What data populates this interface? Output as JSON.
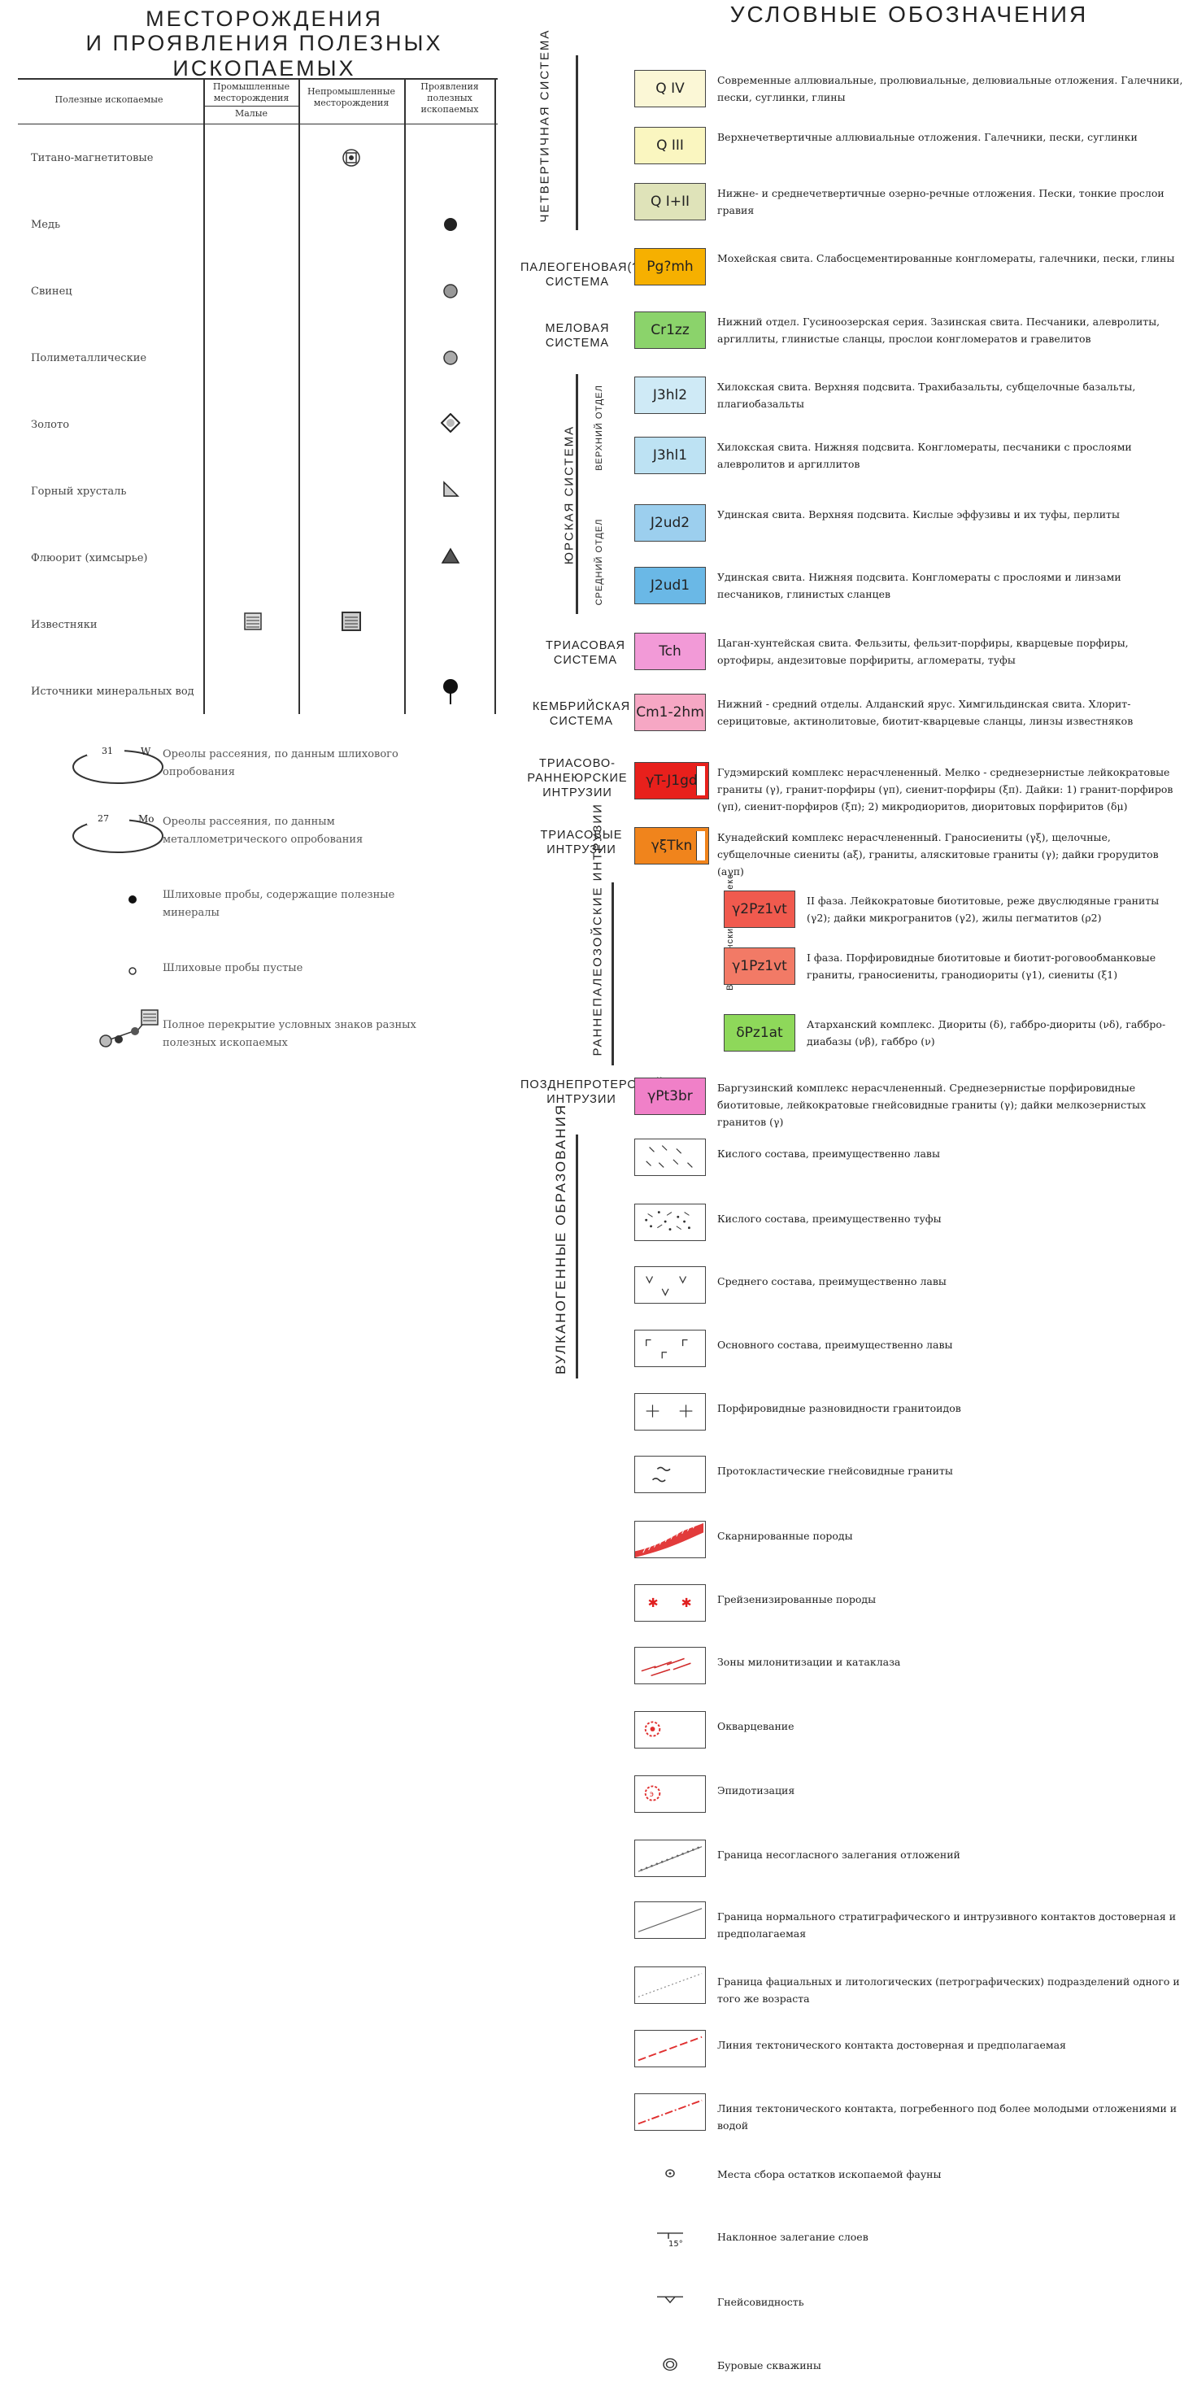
{
  "left_title": {
    "line1": "МЕСТОРОЖДЕНИЯ",
    "line2": "И ПРОЯВЛЕНИЯ ПОЛЕЗНЫХ ИСКОПАЕМЫХ"
  },
  "deposit_table": {
    "headers": {
      "mineral": "Полезные ископаемые",
      "industrial": "Промышленные месторождения",
      "small": "Малые",
      "nonindustrial": "Непромышленные месторождения",
      "occurrences": "Проявления полезных ископаемых"
    },
    "rows": [
      {
        "name": "Титано-магнетитовые",
        "symbol": "square-concentric-icon"
      },
      {
        "name": "Медь",
        "symbol": "filled-circle-icon"
      },
      {
        "name": "Свинец",
        "symbol": "gray-circle-icon"
      },
      {
        "name": "Полиметаллические",
        "symbol": "gray-circle-icon"
      },
      {
        "name": "Золото",
        "symbol": "diamond-circle-icon"
      },
      {
        "name": "Горный хрусталь",
        "symbol": "triangle-hatched-icon"
      },
      {
        "name": "Флюорит (химсырье)",
        "symbol": "triangle-filled-icon"
      },
      {
        "name": "Известняки",
        "symbol": "hatched-square-icon"
      },
      {
        "name": "Источники минеральных вод",
        "symbol": "spring-icon"
      }
    ]
  },
  "sampling_legend": [
    {
      "text": "Ореолы рассеяния, по данным шлихового опробования",
      "label1": "31",
      "label2": "W"
    },
    {
      "text": "Ореолы рассеяния, по данным металлометрического опробования",
      "label1": "27",
      "label2": "Mo"
    },
    {
      "text": "Шлиховые пробы, содержащие полезные минералы"
    },
    {
      "text": "Шлиховые пробы пустые"
    },
    {
      "text": "Полное перекрытие условных знаков разных полезных ископаемых"
    }
  ],
  "right_title": "УСЛОВНЫЕ ОБОЗНАЧЕНИЯ",
  "groups": {
    "quaternary": "ЧЕТВЕРТИЧНАЯ СИСТЕМА",
    "paleogene": "ПАЛЕОГЕНОВАЯ(?) СИСТЕМА",
    "cretaceous": "МЕЛОВАЯ СИСТЕМА",
    "jurassic": "ЮРСКАЯ СИСТЕМА",
    "upper": "ВЕРХНИЙ ОТДЕЛ",
    "middle": "СРЕДНИЙ ОТДЕЛ",
    "triassic": "ТРИАСОВАЯ СИСТЕМА",
    "cambrian": "КЕМБРИЙСКАЯ СИСТЕМА",
    "tr_jur": "ТРИАСОВО-РАННЕЮРСКИЕ ИНТРУЗИИ",
    "tr_int": "ТРИАСОВЫЕ ИНТРУЗИИ",
    "early_pz": "РАННЕПАЛЕОЗОЙСКИЕ ИНТРУЗИИ",
    "vitim": "Витимканский комплекс",
    "late_pt": "ПОЗДНЕПРОТЕРОЗОЙСКИЕ ИНТРУЗИИ",
    "volcanic": "ВУЛКАНОГЕННЫЕ ОБРАЗОВАНИЯ"
  },
  "strata": [
    {
      "code": "Q IV",
      "color": "#fbf7d6",
      "desc": "Современные аллювиальные, пролювиальные, делювиальные отложения. Галечники, пески, суглинки, глины"
    },
    {
      "code": "Q III",
      "color": "#faf6c0",
      "desc": "Верхнечетвертичные аллювиальные отложения. Галечники, пески, суглинки"
    },
    {
      "code": "Q I+II",
      "color": "#dfe3b9",
      "desc": "Нижне- и среднечетвертичные озерно-речные отложения. Пески, тонкие прослои гравия"
    },
    {
      "code": "Pg?mh",
      "color": "#f6b000",
      "desc": "Мохейская свита. Слабосцементированные конгломераты, галечники, пески, глины"
    },
    {
      "code": "Cr1zz",
      "color": "#8bd36b",
      "desc": "Нижний отдел. Гусиноозерская серия. Зазинская свита. Песчаники, алевролиты, аргиллиты, глинистые сланцы, прослои конгломератов и гравелитов"
    },
    {
      "code": "J3hl2",
      "color": "#cfeaf6",
      "desc": "Хилокская свита. Верхняя подсвита. Трахибазальты, субщелочные базальты, плагиобазальты"
    },
    {
      "code": "J3hl1",
      "color": "#bde2f3",
      "desc": "Хилокская свита. Нижняя подсвита. Конгломераты, песчаники с прослоями алевролитов и аргиллитов"
    },
    {
      "code": "J2ud2",
      "color": "#9ccfee",
      "desc": "Удинская свита. Верхняя подсвита. Кислые эффузивы и их туфы, перлиты"
    },
    {
      "code": "J2ud1",
      "color": "#6ab8e6",
      "desc": "Удинская свита. Нижняя подсвита. Конгломераты с прослоями и линзами песчаников, глинистых сланцев"
    },
    {
      "code": "Tch",
      "color": "#f29ad7",
      "desc": "Цаган-хунтейская свита. Фельзиты, фельзит-порфиры, кварцевые порфиры, ортофиры, андезитовые порфириты, агломераты, туфы"
    },
    {
      "code": "Cm1-2hm",
      "color": "#f6a7c4",
      "desc": "Нижний - средний отделы. Алданский ярус. Химгильдинская свита. Хлорит-серицитовые, актинолитовые, биотит-кварцевые сланцы, линзы известняков"
    },
    {
      "code": "γT-J1gd",
      "color": "#e8201c",
      "desc": "Гудэмирский комплекс нерасчлененный. Мелко - среднезернистые лейкократовые граниты (γ), гранит-порфиры (γπ), сиенит-порфиры (ξπ). Дайки: 1) гранит-порфиров (γπ), сиенит-порфиров (ξπ); 2) микродиоритов, диоритовых порфиритов (δμ)"
    },
    {
      "code": "γξTkn",
      "color": "#f0841c",
      "desc": "Кунадейский комплекс нерасчлененный. Граносиениты (γξ), щелочные, субщелочные сиениты (аξ), граниты, аляскитовые граниты (γ); дайки грорудитов (аγπ)"
    },
    {
      "code": "γ2Pz1vt",
      "color": "#f05a4e",
      "desc": "II фаза. Лейкократовые биотитовые, реже двуслюдяные граниты (γ2); дайки микрогранитов (γ2), жилы пегматитов (ρ2)"
    },
    {
      "code": "γ1Pz1vt",
      "color": "#f27a66",
      "desc": "I фаза. Порфировидные биотитовые и биотит-роговообманковые граниты, граносиениты, гранодиориты (γ1), сиениты (ξ1)"
    },
    {
      "code": "δPz1at",
      "color": "#8ed85a",
      "desc": "Атарханский комплекс. Диориты (δ), габбро-диориты (νδ), габбро-диабазы (νβ), габбро (ν)"
    },
    {
      "code": "γPt3br",
      "color": "#f080c8",
      "desc": "Баргузинский комплекс нерасчлененный. Среднезернистые порфировидные биотитовые, лейкократовые гнейсовидные граниты (γ); дайки мелкозернистых гранитов (γ)"
    }
  ],
  "patterns": [
    {
      "desc": "Кислого состава, преимущественно лавы",
      "icon": "acid-lava-pattern-icon"
    },
    {
      "desc": "Кислого состава, преимущественно туфы",
      "icon": "acid-tuff-pattern-icon"
    },
    {
      "desc": "Среднего состава, преимущественно лавы",
      "icon": "intermediate-lava-pattern-icon"
    },
    {
      "desc": "Основного состава, преимущественно лавы",
      "icon": "basic-lava-pattern-icon"
    },
    {
      "desc": "Порфировидные разновидности гранитоидов",
      "icon": "porphyry-cross-pattern-icon"
    },
    {
      "desc": "Протокластические гнейсовидные граниты",
      "icon": "gneissic-pattern-icon"
    },
    {
      "desc": "Скарнированные породы",
      "icon": "skarn-pattern-icon"
    },
    {
      "desc": "Грейзенизированные породы",
      "icon": "greisen-pattern-icon"
    },
    {
      "desc": "Зоны милонитизации и катаклаза",
      "icon": "mylonite-pattern-icon"
    },
    {
      "desc": "Окварцевание",
      "icon": "silicification-icon"
    },
    {
      "desc": "Эпидотизация",
      "icon": "epidotization-icon"
    },
    {
      "desc": "Граница несогласного залегания отложений",
      "icon": "unconformity-line-icon"
    },
    {
      "desc": "Граница нормального стратиграфического и интрузивного контактов достоверная и предполагаемая",
      "icon": "normal-contact-line-icon"
    },
    {
      "desc": "Граница фациальных и литологических (петрографических) подразделений одного и того же возраста",
      "icon": "facies-boundary-line-icon"
    },
    {
      "desc": "Линия тектонического контакта достоверная и предполагаемая",
      "icon": "fault-line-icon"
    },
    {
      "desc": "Линия тектонического контакта, погребенного под более молодыми отложениями и водой",
      "icon": "buried-fault-line-icon"
    },
    {
      "desc": "Места сбора остатков ископаемой фауны",
      "icon": "fossil-site-icon"
    },
    {
      "desc": "Наклонное залегание слоев",
      "icon": "strike-dip-icon",
      "label": "15°"
    },
    {
      "desc": "Гнейсовидность",
      "icon": "gneissosity-icon"
    },
    {
      "desc": "Буровые скважины",
      "icon": "borehole-icon"
    }
  ]
}
